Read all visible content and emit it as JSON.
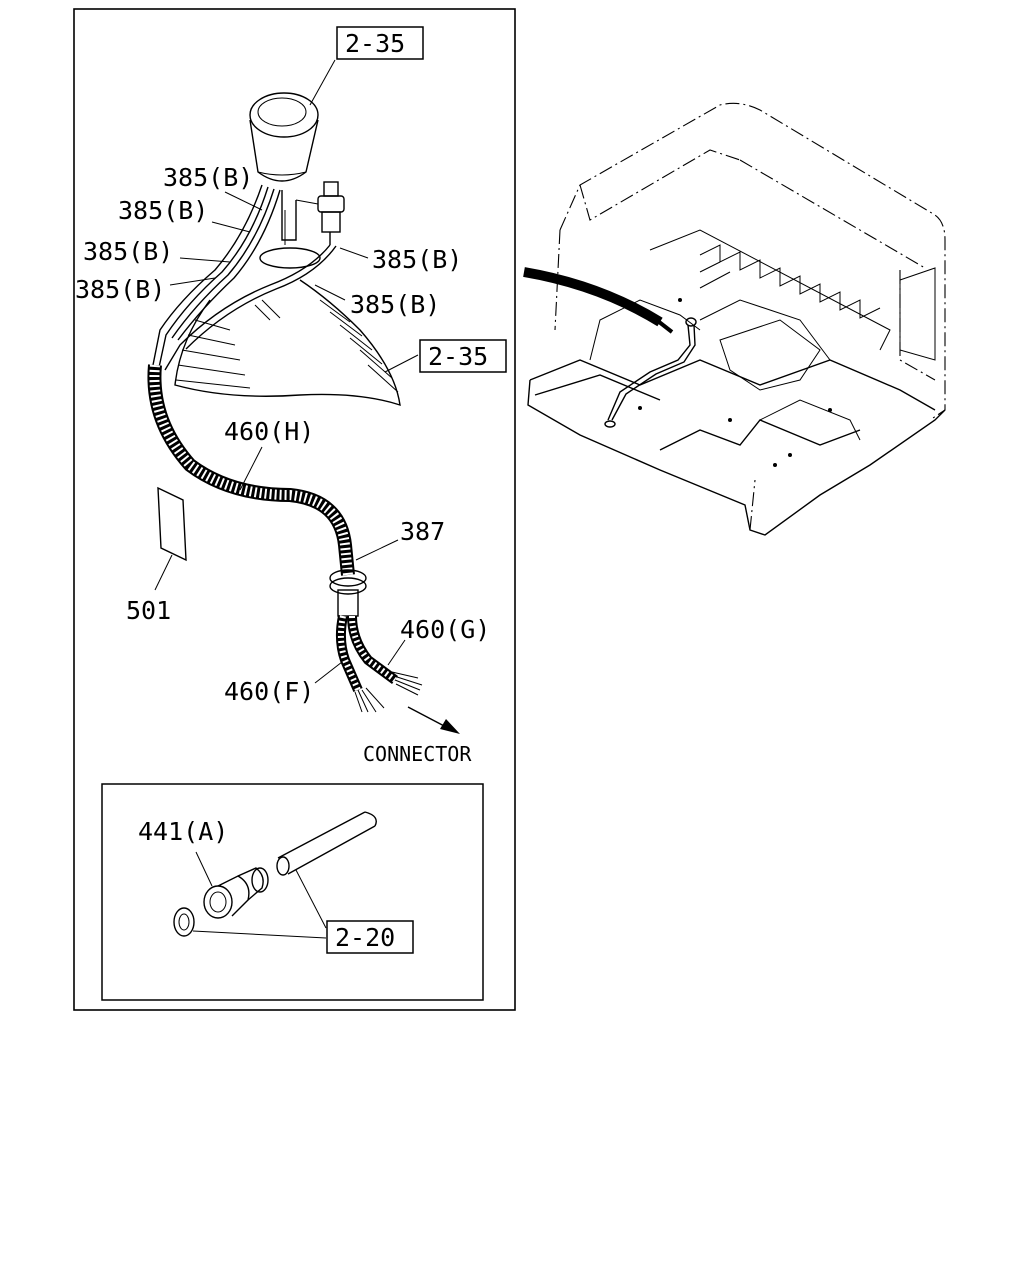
{
  "callouts": {
    "ref_top": "2-35",
    "ref_mid": "2-35",
    "ref_inset": "2-20",
    "wire_1": "385(B)",
    "wire_2": "385(B)",
    "wire_3": "385(B)",
    "wire_4": "385(B)",
    "wire_5": "385(B)",
    "wire_6": "385(B)",
    "harness_h": "460(H)",
    "grommet": "387",
    "label_part": "501",
    "harness_g": "460(G)",
    "harness_f": "460(F)",
    "connector": "CONNECTOR",
    "switch_part": "441(A)"
  }
}
